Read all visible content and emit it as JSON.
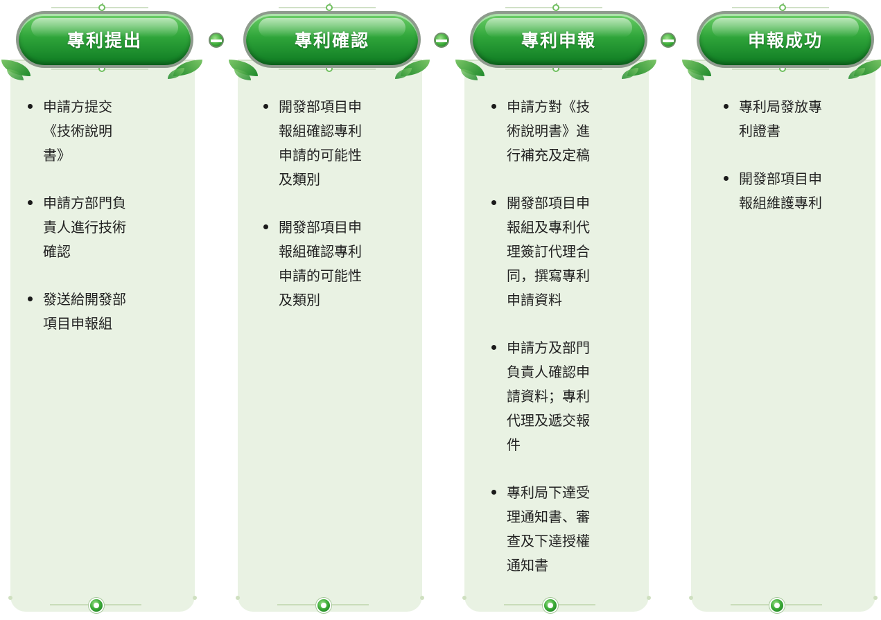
{
  "columns": [
    {
      "title": "專利提出",
      "items": [
        "申請方提交\n《技術說明\n書》",
        "申請方部門負\n責人進行技術\n確認",
        "發送給開發部\n項目申報組"
      ]
    },
    {
      "title": "專利確認",
      "items": [
        "開發部項目申\n報組確認專利\n申請的可能性\n及類別",
        "開發部項目申\n報組確認專利\n申請的可能性\n及類別"
      ]
    },
    {
      "title": "專利申報",
      "items": [
        "申請方對《技\n術說明書》進\n行補充及定稿",
        "開發部項目申\n報組及專利代\n理簽訂代理合\n同，撰寫專利\n申請資料",
        "申請方及部門\n負責人確認申\n請資料；專利\n代理及遞交報\n件",
        "專利局下達受\n理通知書、審\n查及下達授權\n通知書"
      ]
    },
    {
      "title": "申報成功",
      "items": [
        "專利局發放專\n利證書",
        "開發部項目申\n報組維護專利"
      ]
    }
  ],
  "colors": {
    "header_green": "#2fa53a",
    "panel_fill": "#e9f2e3",
    "text": "#222222"
  }
}
